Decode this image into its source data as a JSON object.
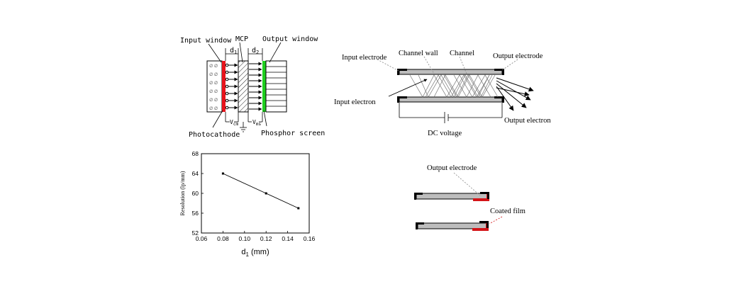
{
  "panel_a": {
    "input_window": "Input window",
    "mcp": "MCP",
    "output_window": "Output window",
    "d1": "d",
    "d1_sub": "1",
    "d2": "d",
    "d2_sub": "2",
    "vcm": "V",
    "vcm_sub": "cm",
    "vms": "V",
    "vms_sub": "ms",
    "photocathode": "Photocathode",
    "phosphor_screen": "Phosphor screen"
  },
  "panel_b": {
    "input_electrode": "Input electrode",
    "channel_wall": "Channel wall",
    "channel": "Channel",
    "output_electrode": "Output electrode",
    "input_electron": "Input electron",
    "output_electron": "Output electron",
    "dc_voltage": "DC voltage"
  },
  "panel_d": {
    "output_electrode": "Output electrode",
    "coated_film": "Coated film"
  },
  "colors": {
    "photocathode": "#e8141c",
    "phosphor": "#1ed01e",
    "coated_film": "#d41418",
    "plate": "#bdbdbd"
  },
  "chart_data": {
    "type": "line",
    "x": [
      0.08,
      0.12,
      0.15
    ],
    "series": [
      {
        "values": [
          64,
          60,
          57
        ]
      }
    ],
    "xlabel": "d",
    "xlabel_sub": "1",
    "xlabel_unit": "(mm)",
    "ylabel": "Resolution (lp/mm)",
    "xlim": [
      0.06,
      0.16
    ],
    "ylim": [
      52,
      68
    ],
    "xticks": [
      "0.06",
      "0.08",
      "0.10",
      "0.12",
      "0.14",
      "0.16"
    ],
    "yticks": [
      "52",
      "56",
      "60",
      "64",
      "68"
    ],
    "grid": false
  }
}
